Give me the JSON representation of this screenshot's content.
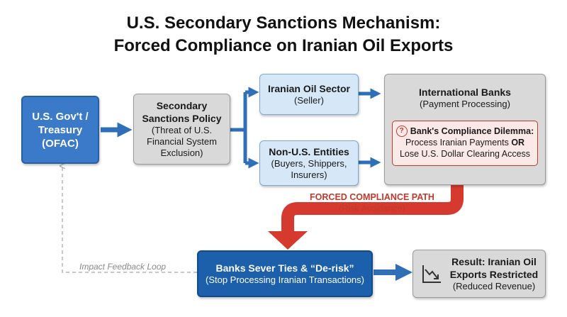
{
  "title": {
    "line1": "U.S. Secondary Sanctions Mechanism:",
    "line2": "Forced Compliance on Iranian Oil Exports"
  },
  "nodes": {
    "us_gov": {
      "line1": "U.S. Gov't /",
      "line2": "Treasury",
      "line3": "(OFAC)"
    },
    "policy": {
      "line1": "Secondary",
      "line2": "Sanctions Policy",
      "line3": "(Threat of U.S.",
      "line4": "Financial System",
      "line5": "Exclusion)"
    },
    "oil_sector": {
      "title": "Iranian Oil Sector",
      "sub": "(Seller)"
    },
    "non_us": {
      "title": "Non-U.S. Entities",
      "sub1": "(Buyers, Shippers,",
      "sub2": "Insurers)"
    },
    "banks": {
      "title": "International Banks",
      "sub": "(Payment Processing)"
    },
    "dilemma": {
      "icon": "question-circle-icon",
      "title": "Bank's Compliance Dilemma:",
      "line2_pre": "Process Iranian Payments ",
      "line2_bold": "OR",
      "line3": "Lose U.S. Dollar Clearing Access"
    },
    "sever": {
      "title": "Banks Sever Ties & “De-risk”",
      "sub": "(Stop Processing Iranian Transactions)"
    },
    "result": {
      "icon": "downtrend-chart-icon",
      "title1": "Result: Iranian Oil",
      "title2": "Exports Restricted",
      "sub": "(Reduced Revenue)"
    }
  },
  "labels": {
    "forced_main": "FORCED COMPLIANCE PATH",
    "forced_sub": "(Risk Avoidance)",
    "feedback": "Impact Feedback Loop"
  },
  "colors": {
    "arrow_blue": "#2f6fb8",
    "forced_red": "#d63a2f",
    "feedback_gray": "#b5b5b5"
  }
}
